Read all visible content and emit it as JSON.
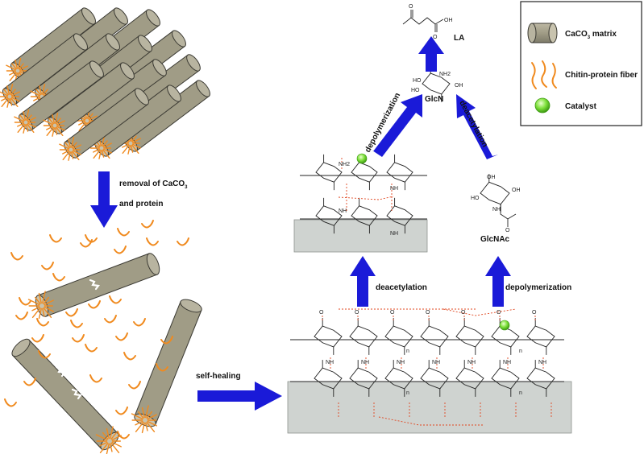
{
  "legend": {
    "items": [
      {
        "label": "CaCO",
        "sub": "3",
        "suffix": " matrix",
        "icon": "calcium-carbonate-rod-icon"
      },
      {
        "label": "Chitin-protein fiber",
        "icon": "chitin-fiber-icon"
      },
      {
        "label": "Catalyst",
        "icon": "catalyst-sphere-icon"
      }
    ]
  },
  "steps": {
    "removal_line1_main": "removal of CaCO",
    "removal_line1_sub": "3",
    "removal_line2": "and protein",
    "self_healing": "self-healing",
    "deacetylation_left": "deacetylation",
    "depolymerization_right": "depolymerization",
    "depolymerization_diag": "depolymerization",
    "deacetylation_diag": "deacetylation"
  },
  "compounds": {
    "la": "LA",
    "glcn": "GlcN",
    "glcnac": "GlcNAc"
  },
  "colors": {
    "arrow": "#1a1ad8",
    "fiber": "#f08a1e",
    "rod": "#a09c86",
    "catalyst": "#7ee03a",
    "surface": "#cfd3d0",
    "hbond": "#e0451e"
  }
}
